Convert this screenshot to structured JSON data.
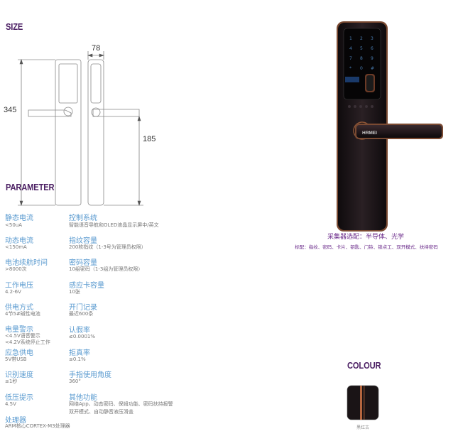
{
  "headings": {
    "size": "SIZE",
    "parameter": "PARAMETER",
    "colour": "COLOUR"
  },
  "dimensions": {
    "width": "78",
    "height": "345",
    "handle_height": "185"
  },
  "parameters_left": [
    {
      "label": "静态电流",
      "values": [
        "<50uA"
      ]
    },
    {
      "label": "动态电流",
      "values": [
        "<150mA"
      ]
    },
    {
      "label": "电池续航时间",
      "values": [
        ">8000次"
      ]
    },
    {
      "label": "工作电压",
      "values": [
        "4.2-6V"
      ]
    },
    {
      "label": "供电方式",
      "values": [
        "4节5#碱性电池"
      ]
    },
    {
      "label": "电量警示",
      "values": [
        "<4.5V语音警示",
        "<4.2V系统停止工作"
      ]
    },
    {
      "label": "应急供电",
      "values": [
        "5V带USB"
      ]
    },
    {
      "label": "识别速度",
      "values": [
        "≤1秒"
      ]
    },
    {
      "label": "低压提示",
      "values": [
        "4.5V"
      ]
    },
    {
      "label": "处理器",
      "values": [
        "ARM核心CORTEX-M3处理器"
      ]
    }
  ],
  "parameters_right": [
    {
      "label": "控制系统",
      "values": [
        "智能语音导航和OLED液晶显示屏中/英文"
      ]
    },
    {
      "label": "指纹容量",
      "values": [
        "200枚指纹（1-3号为管理员权限）"
      ]
    },
    {
      "label": "密码容量",
      "values": [
        "10组密码（1-3组为管理员权限）"
      ]
    },
    {
      "label": "感应卡容量",
      "values": [
        "10张"
      ]
    },
    {
      "label": "开门记录",
      "values": [
        "最近600条"
      ]
    },
    {
      "label": "认假率",
      "values": [
        "≤0.0001%"
      ]
    },
    {
      "label": "拒真率",
      "values": [
        "≤0.1%"
      ]
    },
    {
      "label": "手指使用角度",
      "values": [
        "360°"
      ]
    },
    {
      "label": "其他功能",
      "values": [
        "网络App、动态密码、保姆功能、密码扶持报警",
        "双开模式、自动静音液压滑盖"
      ]
    }
  ],
  "product": {
    "brand": "HRMEI",
    "collector_title": "采集器选配：半导体、光学",
    "collector_sub": "标配：指纹、密码、卡片、钥匙、门铃、锁点工、双开模式、扶持密码"
  },
  "colours": [
    {
      "name": "黑红古",
      "hex": "#1a1416",
      "accent": "#b5663f"
    }
  ],
  "colors": {
    "heading": "#4b1f63",
    "label": "#5b9bd0",
    "value": "#777777"
  }
}
